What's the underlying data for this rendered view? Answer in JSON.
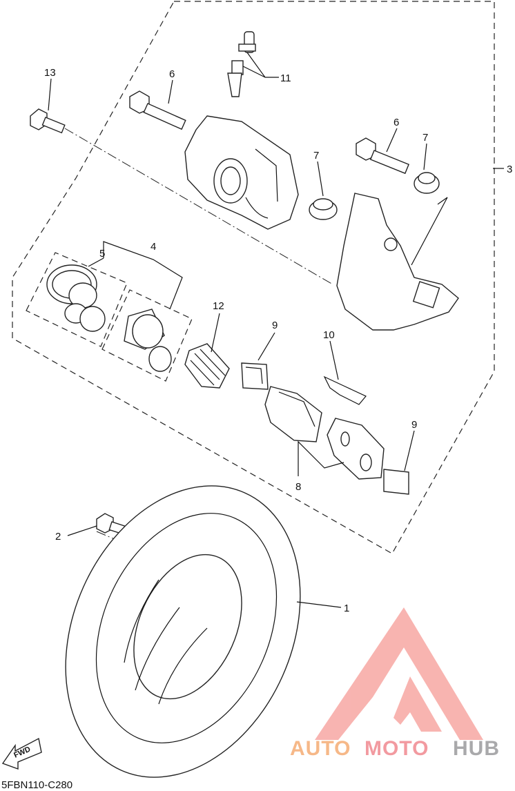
{
  "diagram": {
    "code": "5FBN110-C280",
    "fwd_label": "FWD",
    "callouts": {
      "c1": "1",
      "c2": "2",
      "c3": "3",
      "c4": "4",
      "c5": "5",
      "c6a": "6",
      "c6b": "6",
      "c7a": "7",
      "c7b": "7",
      "c8": "8",
      "c9a": "9",
      "c9b": "9",
      "c10": "10",
      "c11": "11",
      "c12": "12",
      "c13": "13"
    }
  },
  "watermark": {
    "part1": "AUTO",
    "part2": "MOTO",
    "part3": "HUB",
    "logo_color": "#f7a7a3"
  }
}
